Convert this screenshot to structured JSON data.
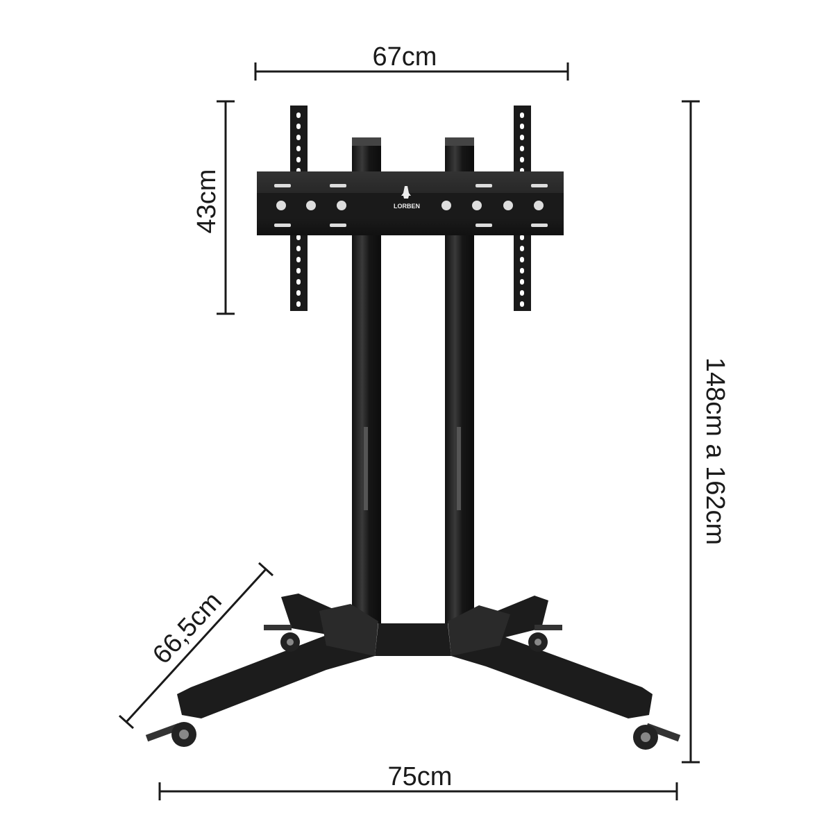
{
  "dimensions": {
    "width_top": "67cm",
    "mount_height": "43cm",
    "total_height": "148cm a 162cm",
    "base_depth": "66,5cm",
    "base_width": "75cm"
  },
  "product": {
    "brand_logo": "LORBEN"
  },
  "colors": {
    "metal": "#1c1c1c",
    "dimension_line": "#1a1a1a"
  }
}
